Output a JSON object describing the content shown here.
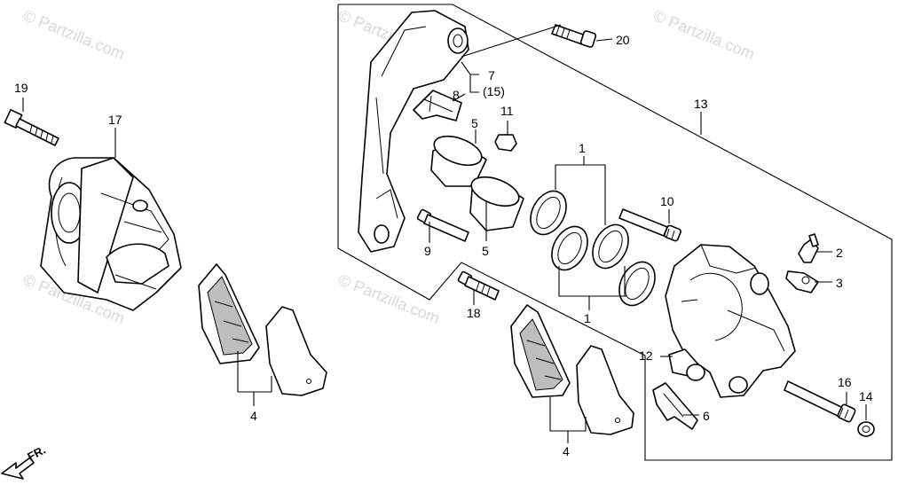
{
  "watermark": {
    "text": "© Partzilla.com",
    "color": "#d9d9d9"
  },
  "direction_label": "FR.",
  "callouts": {
    "c1a": "1",
    "c1b": "1",
    "c2": "2",
    "c3": "3",
    "c4a": "4",
    "c4b": "4",
    "c5a": "5",
    "c5b": "5",
    "c6": "6",
    "c7": "7",
    "c7sub": "(15)",
    "c8": "8",
    "c9": "9",
    "c10": "10",
    "c11": "11",
    "c12": "12",
    "c13": "13",
    "c14": "14",
    "c16": "16",
    "c17": "17",
    "c18": "18",
    "c19": "19",
    "c20": "20"
  }
}
